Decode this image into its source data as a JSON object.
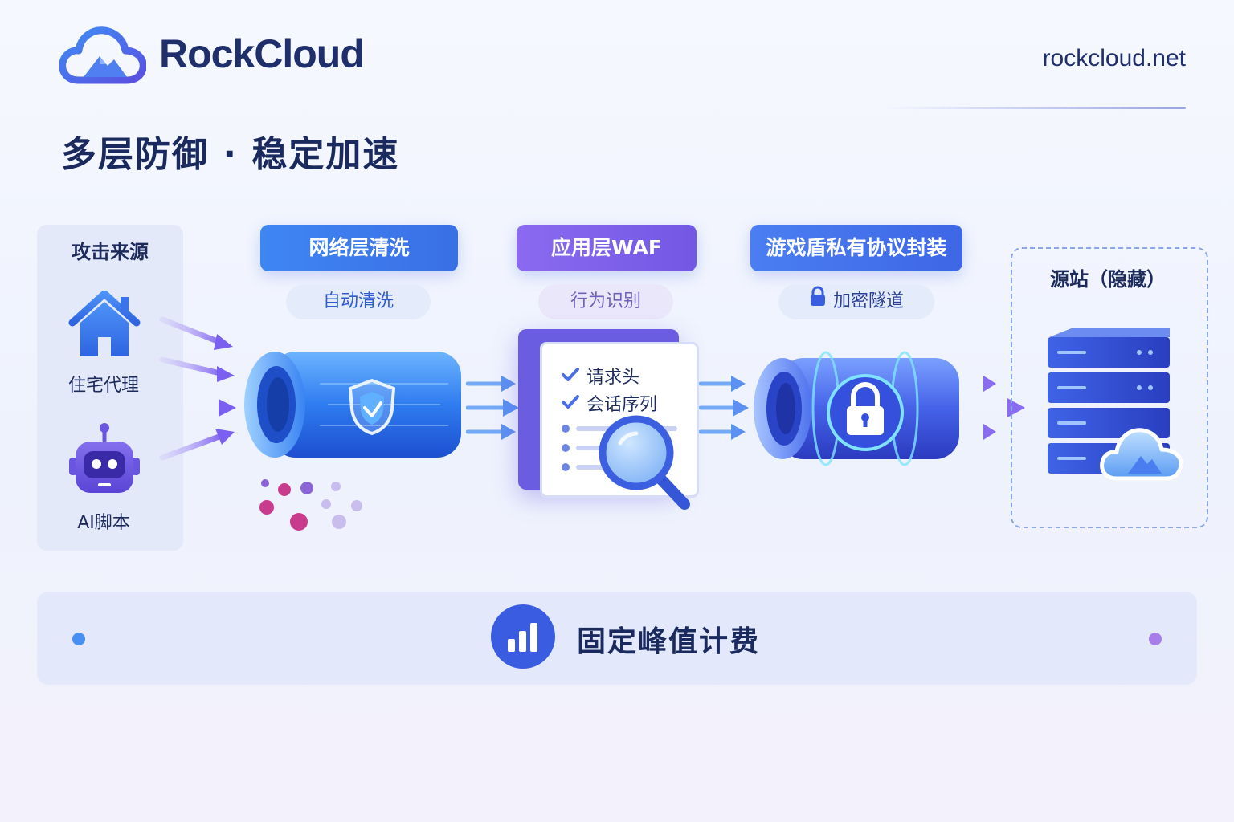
{
  "brand": {
    "name": "RockCloud",
    "domain": "rockcloud.net"
  },
  "headline": "多层防御 · 稳定加速",
  "sources": {
    "title": "攻击来源",
    "items": [
      {
        "label": "住宅代理",
        "icon": "house-icon"
      },
      {
        "label": "AI脚本",
        "icon": "robot-icon"
      }
    ]
  },
  "stages": [
    {
      "title": "网络层清洗",
      "subtitle": "自动清洗",
      "icon": "shield-icon",
      "color": "#3b78f0"
    },
    {
      "title": "应用层WAF",
      "subtitle": "行为识别",
      "icon": "magnifier-icon",
      "color": "#7a62e8",
      "checks": [
        "请求头",
        "会话序列"
      ]
    },
    {
      "title": "游戏盾私有协议封装",
      "subtitle": "加密隧道",
      "icon": "lock-icon",
      "color": "#3d6ef0"
    }
  ],
  "origin": {
    "title": "源站（隐藏）",
    "icon": "server-icon"
  },
  "billing": {
    "label": "固定峰值计费",
    "icon": "bar-chart-icon"
  },
  "colors": {
    "primary": "#3b78f0",
    "purple": "#7a62e8",
    "dark": "#1d2a5c"
  }
}
